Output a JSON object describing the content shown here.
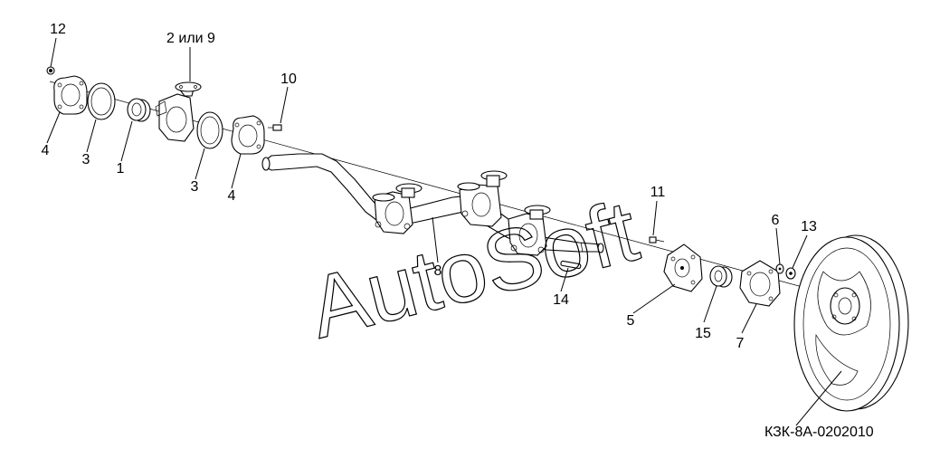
{
  "diagram": {
    "drawing_code": "КЗК-8А-0202010",
    "watermark": "AutoSoft",
    "callouts": [
      {
        "id": "c12",
        "text": "12"
      },
      {
        "id": "c2or9",
        "text": "2 или 9"
      },
      {
        "id": "c10",
        "text": "10"
      },
      {
        "id": "c4a",
        "text": "4"
      },
      {
        "id": "c3a",
        "text": "3"
      },
      {
        "id": "c1",
        "text": "1"
      },
      {
        "id": "c3b",
        "text": "3"
      },
      {
        "id": "c4b",
        "text": "4"
      },
      {
        "id": "c11",
        "text": "11"
      },
      {
        "id": "c6",
        "text": "6"
      },
      {
        "id": "c13",
        "text": "13"
      },
      {
        "id": "c8",
        "text": "8"
      },
      {
        "id": "c14",
        "text": "14"
      },
      {
        "id": "c5",
        "text": "5"
      },
      {
        "id": "c15",
        "text": "15"
      },
      {
        "id": "c7",
        "text": "7"
      }
    ]
  }
}
